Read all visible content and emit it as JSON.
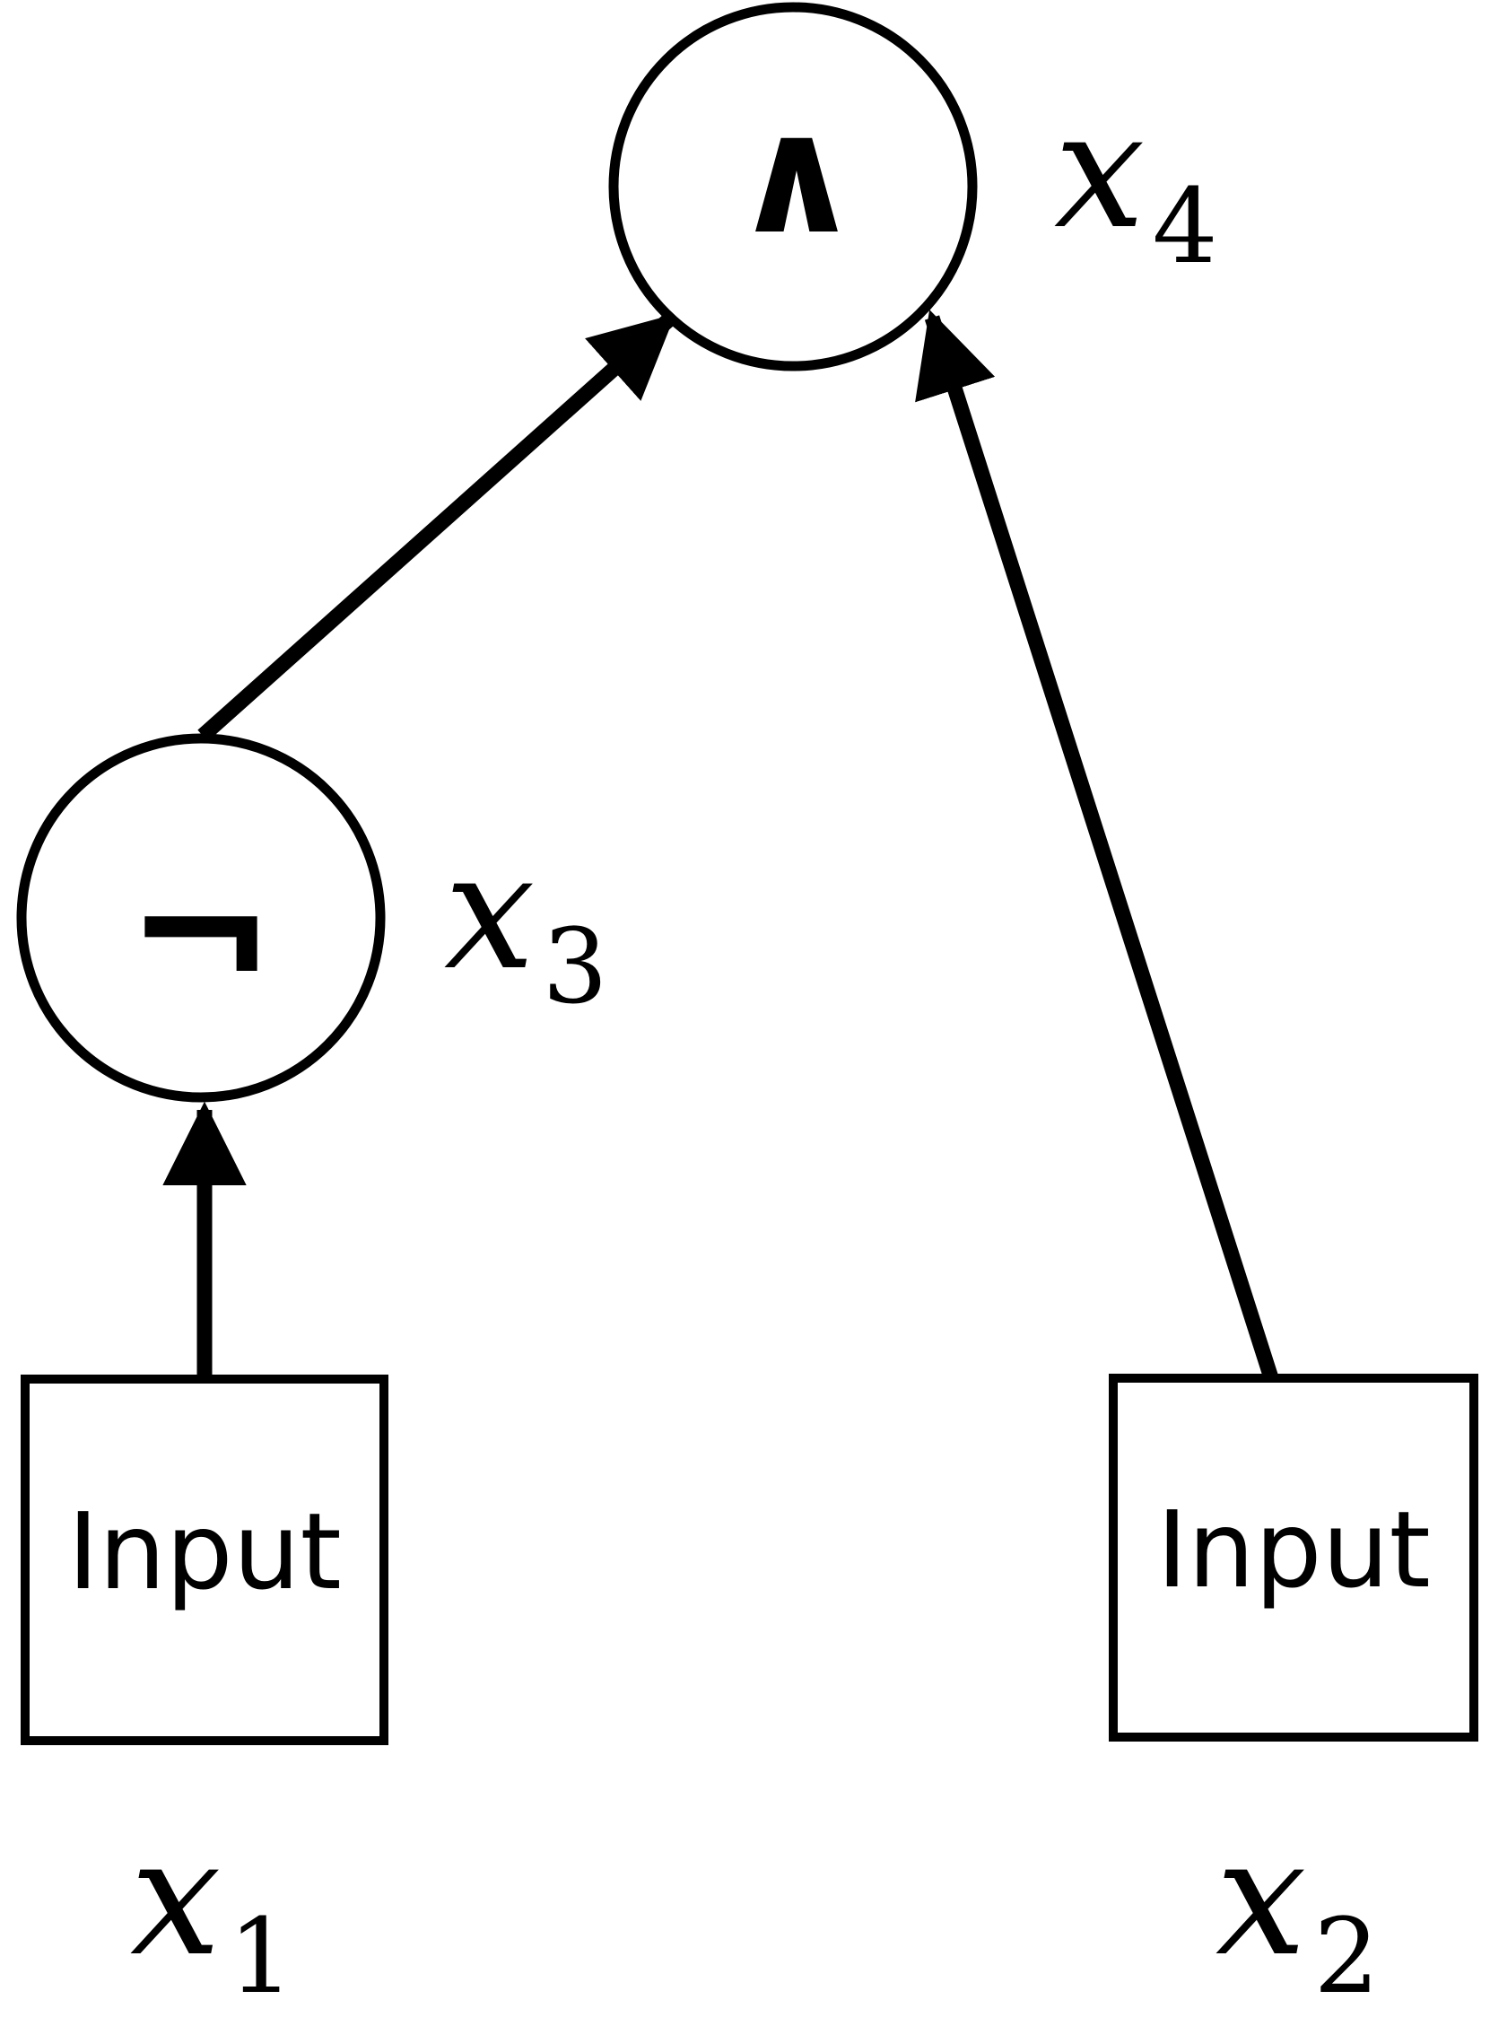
{
  "diagram": {
    "colors": {
      "ink": "#000000",
      "background": "#ffffff"
    },
    "nodes": {
      "and": {
        "symbol": "∧",
        "variable": {
          "base": "x",
          "sub": "4"
        }
      },
      "not": {
        "symbol": "¬",
        "variable": {
          "base": "x",
          "sub": "3"
        }
      },
      "input1": {
        "text": "Input",
        "variable": {
          "base": "x",
          "sub": "1"
        }
      },
      "input2": {
        "text": "Input",
        "variable": {
          "base": "x",
          "sub": "2"
        }
      }
    },
    "edges": [
      {
        "from": "input1",
        "to": "not"
      },
      {
        "from": "not",
        "to": "and"
      },
      {
        "from": "input2",
        "to": "and"
      }
    ]
  }
}
